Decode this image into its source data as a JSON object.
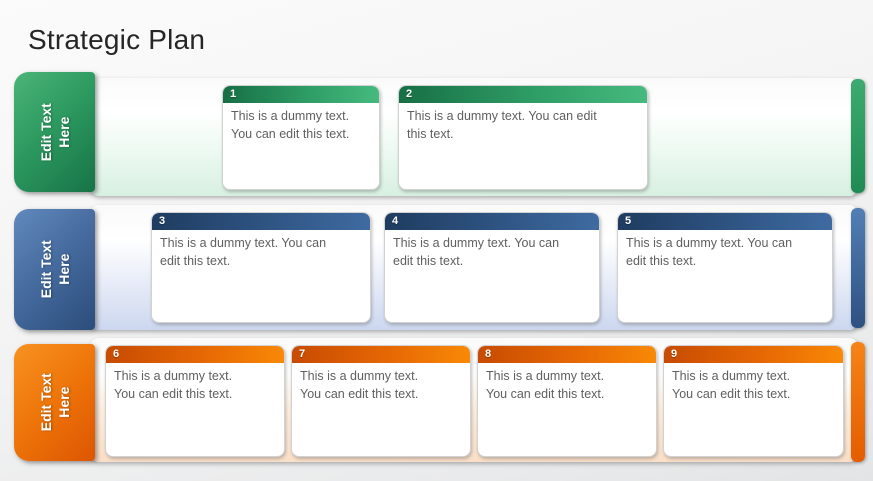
{
  "slide": {
    "title": "Strategic Plan"
  },
  "colors": {
    "title_text": "#262626",
    "card_body_text": "#5f5f5f",
    "green": {
      "tab": "#2d9a60",
      "header_left": "#176f44",
      "header_right": "#46ba7e",
      "band_tint": "#d7f0e1",
      "end_bar": "#2e9e61"
    },
    "blue": {
      "tab": "#44699c",
      "header_left": "#1f3c60",
      "header_right": "#3f6ba1",
      "band_tint": "#ccd7ef",
      "end_bar": "#3f6aa0"
    },
    "orange": {
      "tab": "#ee7409",
      "header_left": "#c74b02",
      "header_right": "#f98906",
      "band_tint": "#fadfc8",
      "end_bar": "#ec6f05"
    }
  },
  "rows": [
    {
      "name": "green",
      "tab_label": "Edit Text Here",
      "cards": [
        {
          "number": "1",
          "lines": [
            "This is a dummy text.",
            "You can edit this text."
          ]
        },
        {
          "number": "2",
          "lines": [
            "This is a dummy text. You can edit",
            "this text."
          ]
        }
      ]
    },
    {
      "name": "blue",
      "tab_label": "Edit Text Here",
      "cards": [
        {
          "number": "3",
          "lines": [
            "This is a dummy text. You can",
            "edit this text."
          ]
        },
        {
          "number": "4",
          "lines": [
            "This is a dummy text. You can",
            "edit this text."
          ]
        },
        {
          "number": "5",
          "lines": [
            "This is a dummy text. You can",
            "edit this text."
          ]
        }
      ]
    },
    {
      "name": "orange",
      "tab_label": "Edit Text Here",
      "cards": [
        {
          "number": "6",
          "lines": [
            "This is a dummy text.",
            "You can edit this text."
          ]
        },
        {
          "number": "7",
          "lines": [
            "This is a dummy text.",
            "You can edit this text."
          ]
        },
        {
          "number": "8",
          "lines": [
            "This is a dummy text.",
            "You can edit this text."
          ]
        },
        {
          "number": "9",
          "lines": [
            "This is a dummy text.",
            "You can edit this text."
          ]
        }
      ]
    }
  ]
}
